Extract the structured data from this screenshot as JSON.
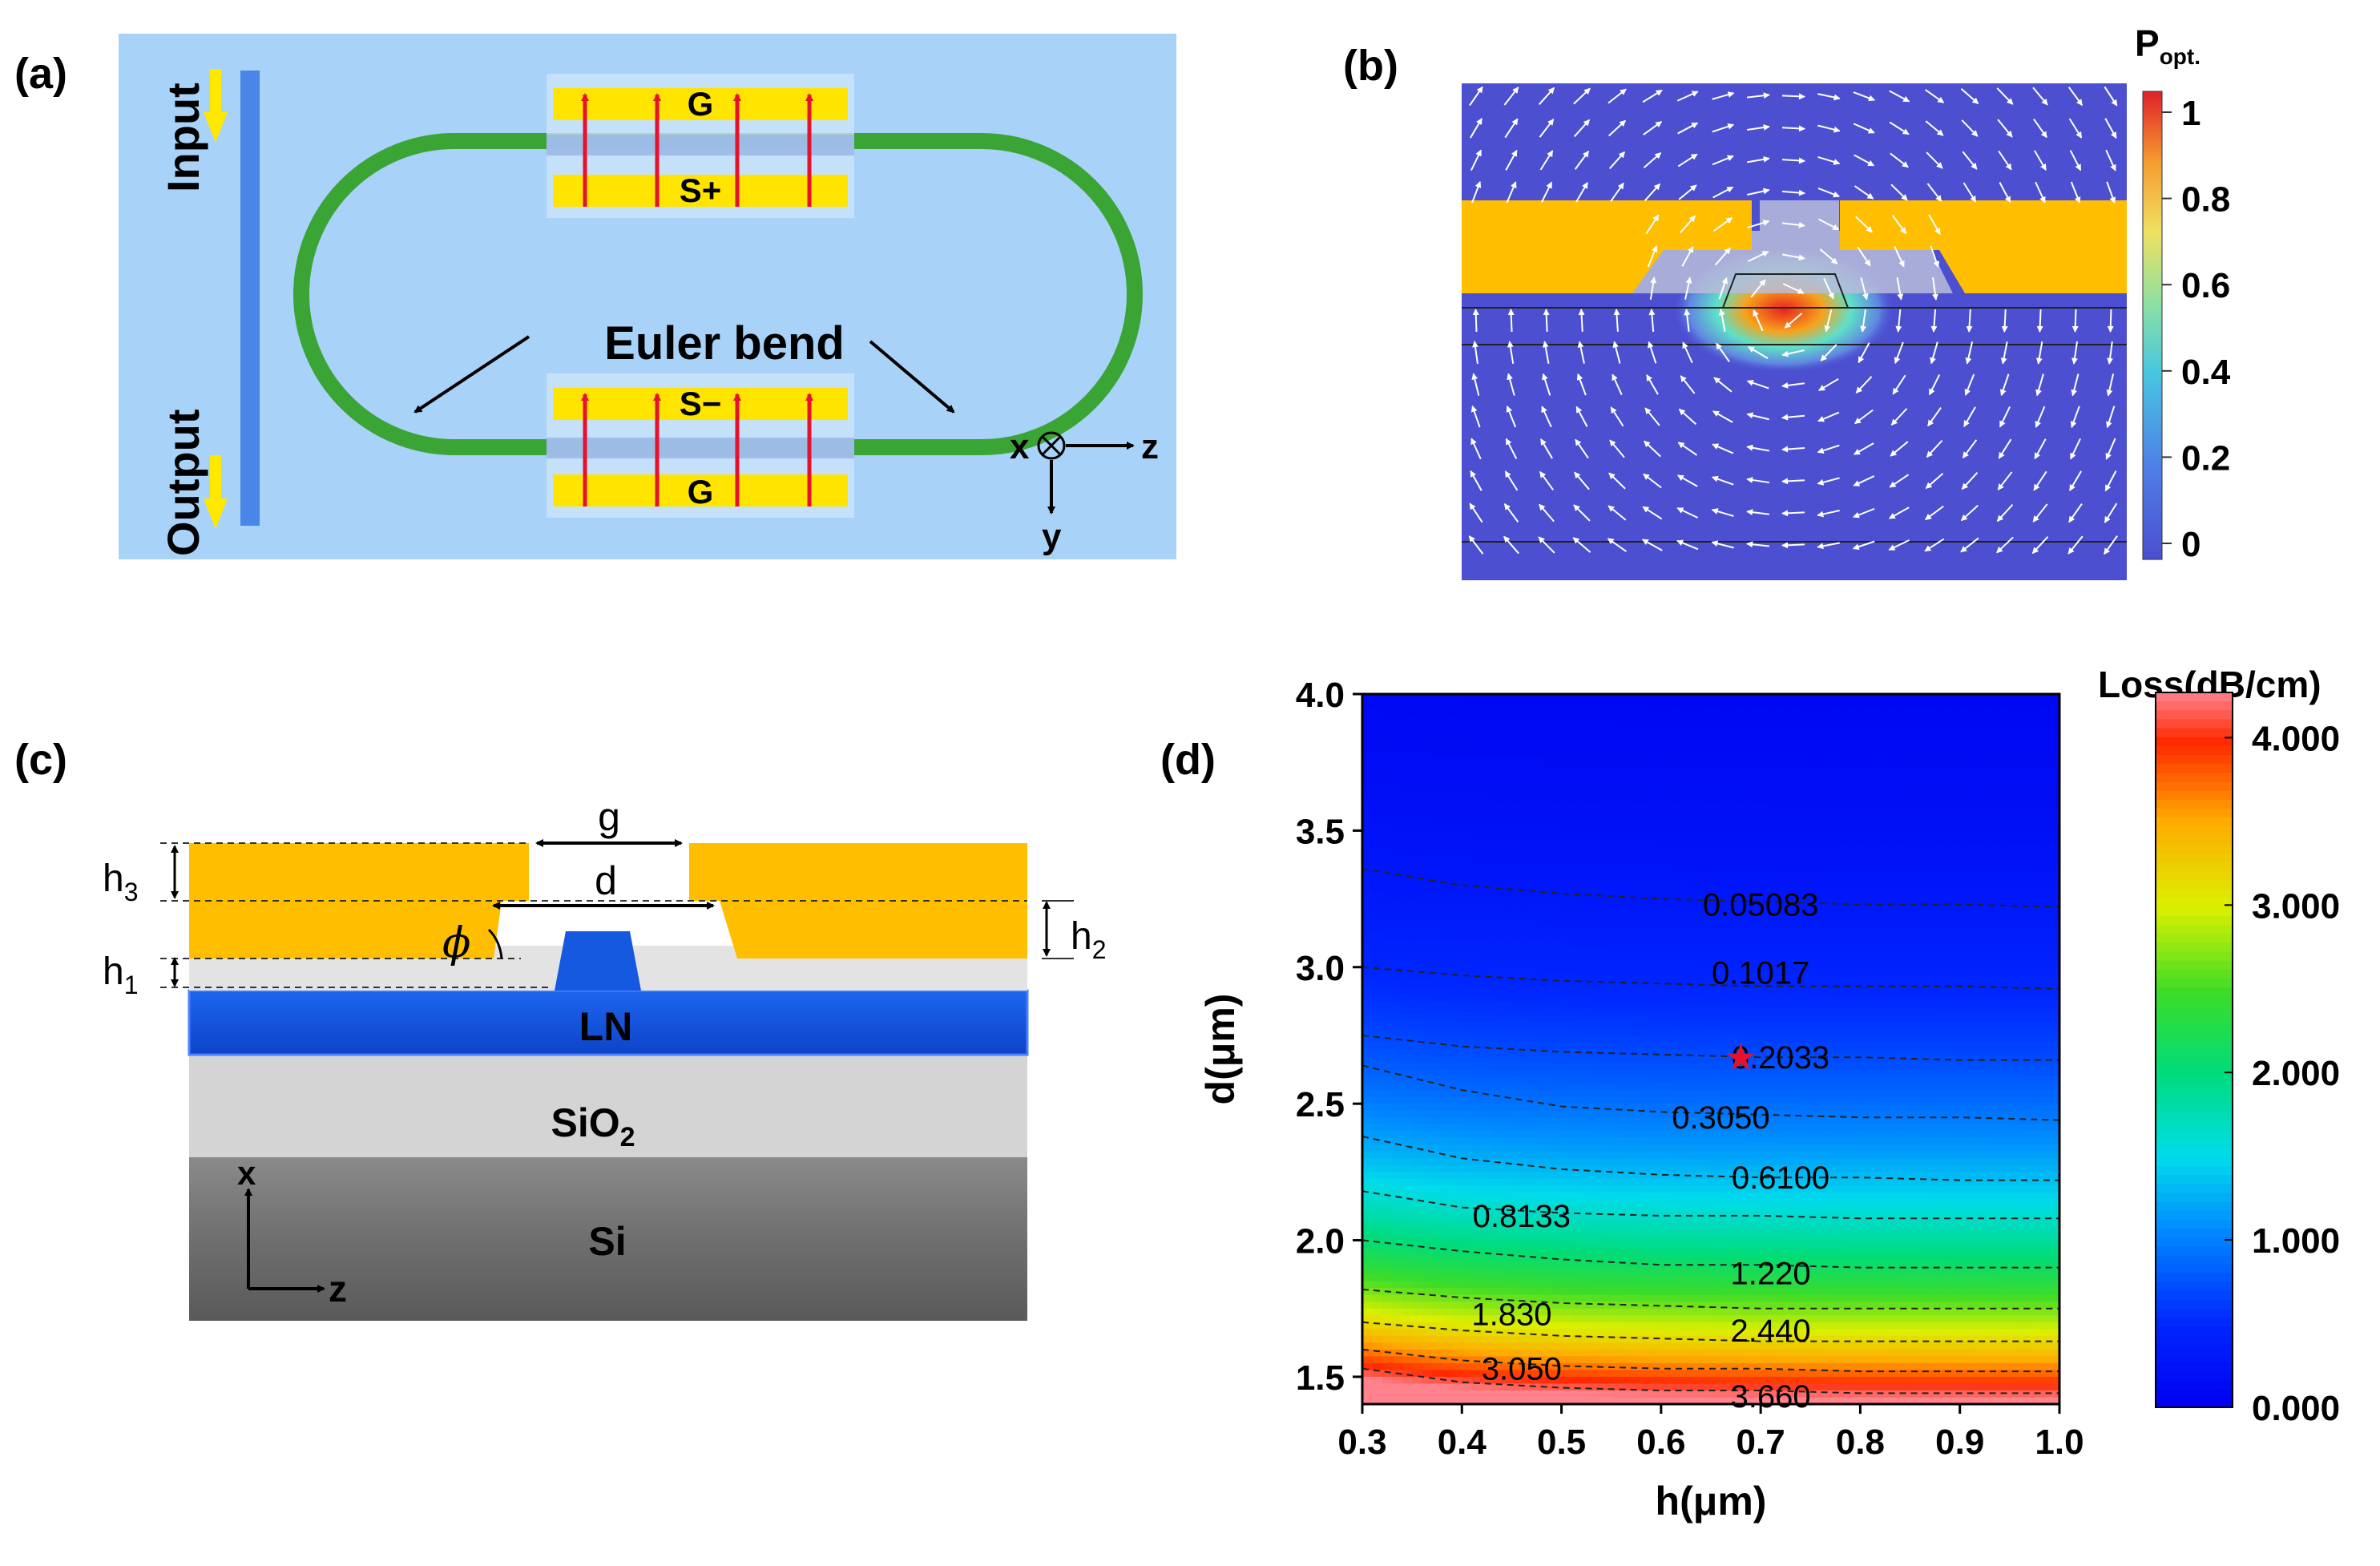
{
  "panels": {
    "a": {
      "label": "(a)",
      "input": "Input",
      "output": "Output",
      "electrode_top_g": "G",
      "electrode_top_s": "S+",
      "electrode_bottom_s": "S−",
      "electrode_bottom_g": "G",
      "euler_bend": "Euler bend",
      "axis_x": "x",
      "axis_z": "z",
      "axis_y": "y",
      "colors": {
        "background": "#a8d2f8",
        "ring": "#3aa535",
        "electrode": "#ffe400",
        "bus": "#4a86e8",
        "field_arrow": "#e8112d",
        "io_arrow": "#ffe800"
      }
    },
    "b": {
      "label": "(b)",
      "colorbar_title_main": "P",
      "colorbar_title_sub": "opt.",
      "colorbar_ticks": [
        "1",
        "0.8",
        "0.6",
        "0.4",
        "0.2",
        "0"
      ],
      "colors": {
        "background": "#4b4fd0",
        "electrode": "#ffbe00",
        "hotspot": "#e8231d"
      }
    },
    "c": {
      "label": "(c)",
      "g": "g",
      "d": "d",
      "h3_main": "h",
      "h3_sub": "3",
      "h1_main": "h",
      "h1_sub": "1",
      "h2_main": "h",
      "h2_sub": "2",
      "phi": "ϕ",
      "ln": "LN",
      "sio2_main": "SiO",
      "sio2_sub": "2",
      "si": "Si",
      "axis_x": "x",
      "axis_z": "z",
      "colors": {
        "electrode": "#ffbe00",
        "ln": "#1559e0",
        "sio2": "#d4d4d4",
        "si": "#7a7a7a"
      }
    },
    "d": {
      "label": "(d)",
      "colorbar_title": "Loss(dB/cm)"
    }
  },
  "chart_data": {
    "type": "heatmap",
    "title": "",
    "xlabel": "h(μm)",
    "ylabel": "d(μm)",
    "xlim": [
      0.3,
      1.0
    ],
    "ylim": [
      1.4,
      4.0
    ],
    "xticks": [
      "0.3",
      "0.4",
      "0.5",
      "0.6",
      "0.7",
      "0.8",
      "0.9",
      "1.0"
    ],
    "yticks": [
      "1.5",
      "2.0",
      "2.5",
      "3.0",
      "3.5",
      "4.0"
    ],
    "colorbar_label": "Loss(dB/cm)",
    "colorbar_range": [
      0.0,
      4.27
    ],
    "colorbar_ticks": [
      "0.000",
      "1.000",
      "2.000",
      "3.000",
      "4.000"
    ],
    "contour_labels": [
      {
        "text": "0.05083",
        "h": 0.7,
        "d": 3.23
      },
      {
        "text": "0.1017",
        "h": 0.7,
        "d": 2.98
      },
      {
        "text": "0.2033",
        "h": 0.72,
        "d": 2.67
      },
      {
        "text": "0.3050",
        "h": 0.66,
        "d": 2.45
      },
      {
        "text": "0.6100",
        "h": 0.72,
        "d": 2.23
      },
      {
        "text": "0.8133",
        "h": 0.46,
        "d": 2.09
      },
      {
        "text": "1.220",
        "h": 0.71,
        "d": 1.88
      },
      {
        "text": "1.830",
        "h": 0.45,
        "d": 1.73
      },
      {
        "text": "2.440",
        "h": 0.71,
        "d": 1.67
      },
      {
        "text": "3.050",
        "h": 0.46,
        "d": 1.53
      },
      {
        "text": "3.660",
        "h": 0.71,
        "d": 1.43
      }
    ],
    "contours": [
      {
        "level": 0.05083,
        "d": [
          3.36,
          3.3,
          3.27,
          3.25,
          3.24,
          3.23,
          3.23,
          3.22
        ]
      },
      {
        "level": 0.1017,
        "d": [
          3.0,
          2.97,
          2.95,
          2.94,
          2.93,
          2.93,
          2.93,
          2.92
        ]
      },
      {
        "level": 0.2033,
        "d": [
          2.75,
          2.71,
          2.69,
          2.68,
          2.67,
          2.67,
          2.66,
          2.66
        ]
      },
      {
        "level": 0.305,
        "d": [
          2.64,
          2.55,
          2.49,
          2.47,
          2.46,
          2.45,
          2.45,
          2.44
        ]
      },
      {
        "level": 0.61,
        "d": [
          2.38,
          2.3,
          2.26,
          2.24,
          2.23,
          2.23,
          2.22,
          2.22
        ]
      },
      {
        "level": 0.8133,
        "d": [
          2.18,
          2.12,
          2.1,
          2.09,
          2.09,
          2.08,
          2.08,
          2.08
        ]
      },
      {
        "level": 1.22,
        "d": [
          2.0,
          1.96,
          1.93,
          1.91,
          1.91,
          1.9,
          1.9,
          1.9
        ]
      },
      {
        "level": 1.83,
        "d": [
          1.82,
          1.79,
          1.77,
          1.76,
          1.75,
          1.75,
          1.75,
          1.75
        ]
      },
      {
        "level": 2.44,
        "d": [
          1.7,
          1.67,
          1.65,
          1.64,
          1.63,
          1.63,
          1.63,
          1.63
        ]
      },
      {
        "level": 3.05,
        "d": [
          1.6,
          1.56,
          1.54,
          1.53,
          1.53,
          1.52,
          1.52,
          1.52
        ]
      },
      {
        "level": 3.66,
        "d": [
          1.53,
          1.48,
          1.46,
          1.45,
          1.45,
          1.44,
          1.44,
          1.44
        ]
      }
    ],
    "marker": {
      "h": 0.68,
      "d": 2.67,
      "symbol": "★",
      "color": "#e8112d"
    }
  }
}
